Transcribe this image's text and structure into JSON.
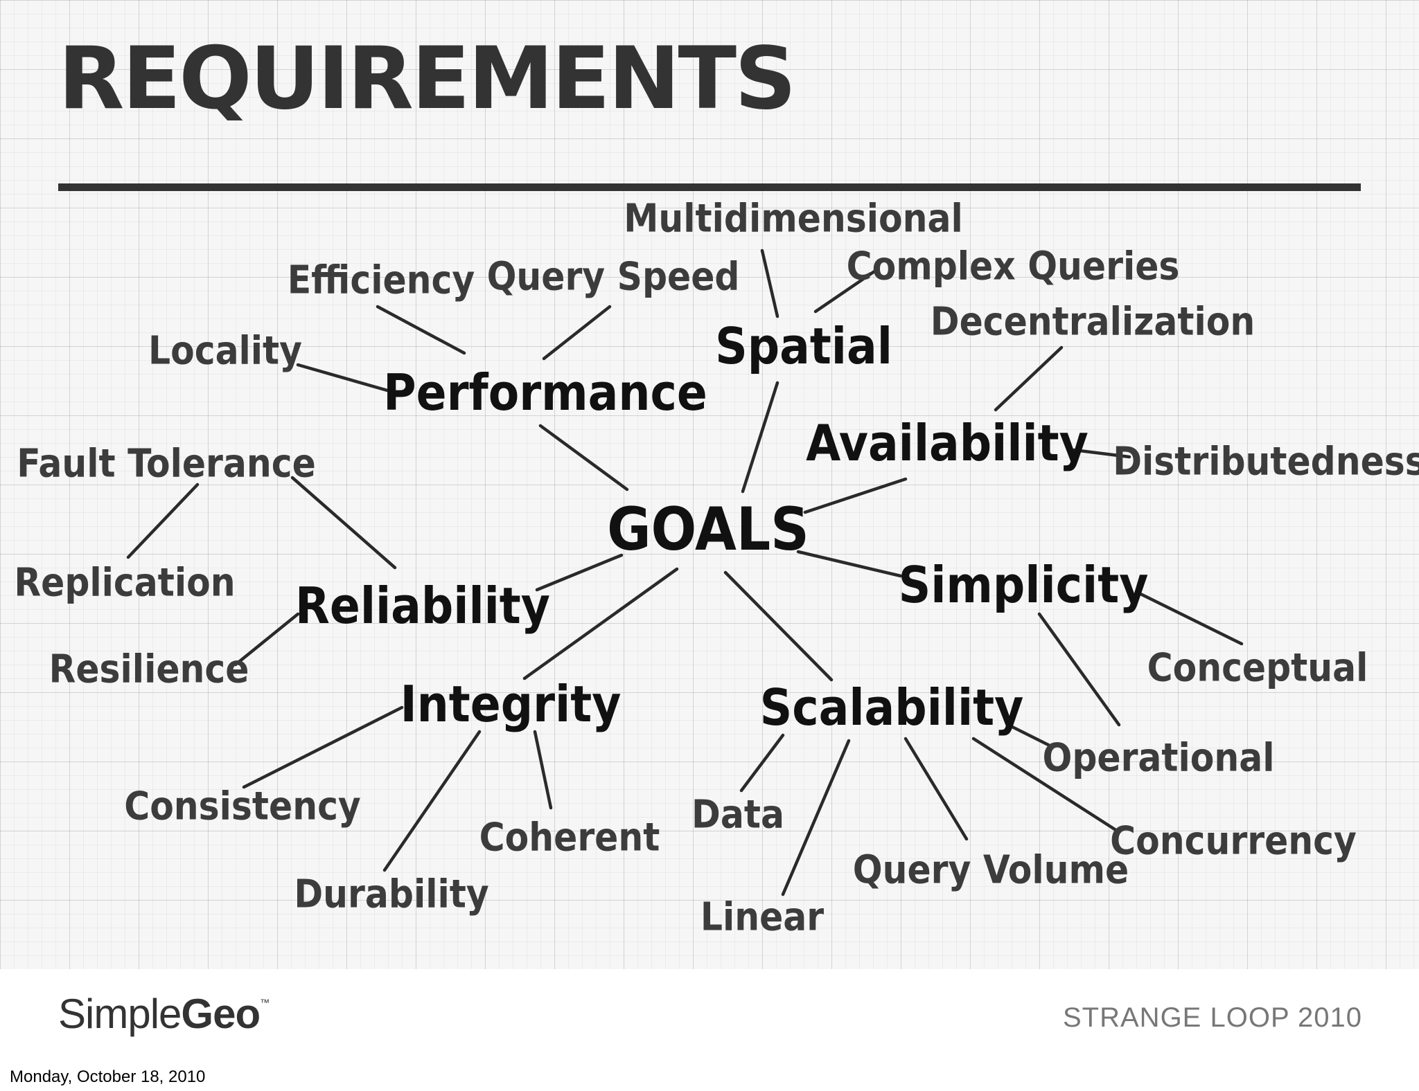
{
  "slide": {
    "title": "REQUIREMENTS"
  },
  "mindmap": {
    "center": "GOALS",
    "goals": [
      "Performance",
      "Spatial",
      "Availability",
      "Simplicity",
      "Scalability",
      "Integrity",
      "Reliability"
    ],
    "attributes": [
      "Multidimensional",
      "Complex Queries",
      "Efficiency",
      "Query Speed",
      "Locality",
      "Decentralization",
      "Distributedness",
      "Fault Tolerance",
      "Replication",
      "Resilience",
      "Conceptual",
      "Operational",
      "Concurrency",
      "Query Volume",
      "Linear",
      "Data",
      "Coherent",
      "Durability",
      "Consistency"
    ]
  },
  "footer": {
    "logo_simple": "Simple",
    "logo_geo": "Geo",
    "logo_tm": "™",
    "event": "STRANGE LOOP 2010"
  },
  "date_stamp": "Monday, October 18, 2010"
}
